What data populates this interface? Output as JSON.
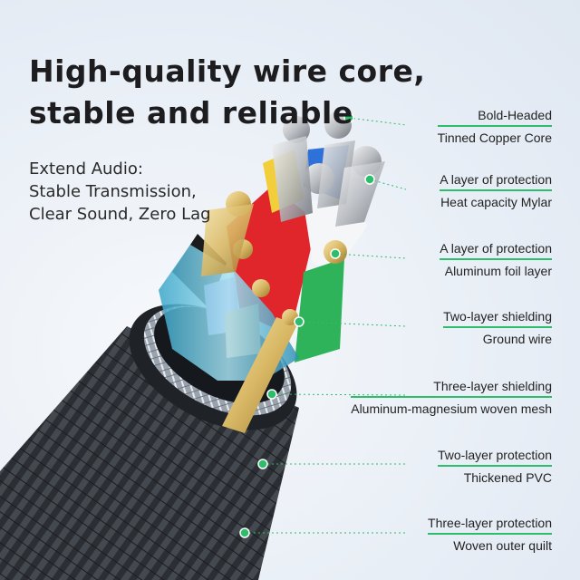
{
  "headline": {
    "line1": "High-quality wire core,",
    "line2": "stable and reliable"
  },
  "subtext": {
    "line1": "Extend Audio:",
    "line2": "Stable Transmission,",
    "line3": "Clear Sound, Zero Lag"
  },
  "callouts": [
    {
      "title": "Bold-Headed",
      "detail": "Tinned Copper Core"
    },
    {
      "title": "A layer of protection",
      "detail": "Heat capacity Mylar"
    },
    {
      "title": "A layer of protection",
      "detail": "Aluminum foil layer"
    },
    {
      "title": "Two-layer shielding",
      "detail": "Ground wire"
    },
    {
      "title": "Three-layer shielding",
      "detail": "Aluminum-magnesium woven mesh"
    },
    {
      "title": "Two-layer protection",
      "detail": "Thickened PVC"
    },
    {
      "title": "Three-layer protection",
      "detail": "Woven outer quilt"
    }
  ],
  "colors": {
    "accent_green": "#2ebd6a",
    "background": "#eef3f9",
    "text": "#1d1d1f"
  }
}
